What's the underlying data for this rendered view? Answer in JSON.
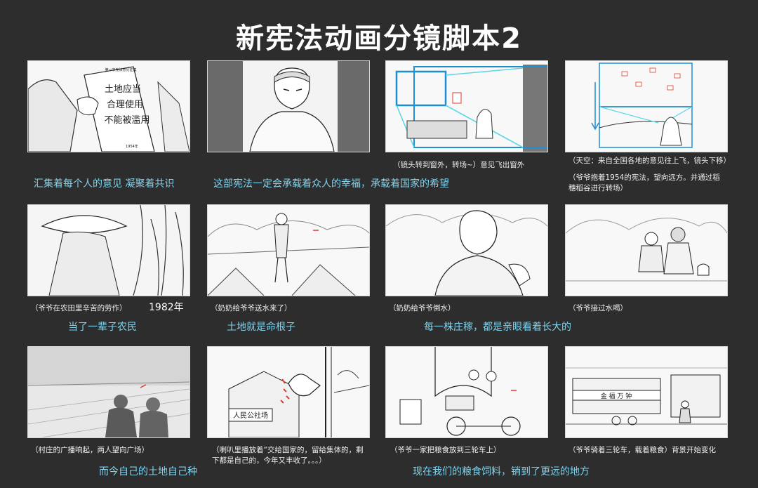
{
  "title": "新宪法动画分镜脚本2",
  "panels": [
    {
      "id": 1,
      "doc_header": "第一次宪法意见征集",
      "doc_lines": [
        "土地应当",
        "合理使用",
        "不能被滥用"
      ],
      "doc_footer": "1954年"
    },
    {
      "id": 2
    },
    {
      "id": 3,
      "note": "（镜头转到窗外，转场~）意见飞出窗外"
    },
    {
      "id": 4,
      "note": "（天空：来自全国各地的意见往上飞，镜头下移）",
      "note2": "（爷爷抱着1954的宪法，望向远方。并通过稻穗稻谷进行转场）"
    },
    {
      "id": 5,
      "note": "（爷爷在农田里辛苦的劳作）",
      "year": "1982年"
    },
    {
      "id": 6,
      "note": "（奶奶给爷爷送水来了）"
    },
    {
      "id": 7,
      "note": "（奶奶给爷爷倒水）"
    },
    {
      "id": 8,
      "note": "（爷爷接过水喝）"
    },
    {
      "id": 9,
      "note": "（村庄的广播响起，两人望向广场）"
    },
    {
      "id": 10,
      "note": "（喇叭里播放着“交给国家的，留给集体的，剩下都是自己的，今年又丰收了。。。）",
      "sign": "人民公社场"
    },
    {
      "id": 11,
      "note": "（爷爷一家把粮食放到三轮车上）"
    },
    {
      "id": 12,
      "note": "（爷爷骑着三轮车，载着粮食）背景开始变化",
      "sign": "金 福 万 钟"
    }
  ],
  "captions": [
    "汇集着每个人的意见  凝聚着共识",
    "这部宪法一定会承载着众人的幸福，承载着国家的希望",
    "当了一辈子农民",
    "土地就是命根子",
    "每一株庄稼，都是亲眼看着长大的",
    "而今自己的土地自己种",
    "现在我们的粮食饲料，销到了更远的地方"
  ],
  "colors": {
    "background": "#2d2d2d",
    "caption": "#7fd3ee",
    "frame_blue": "#1e8fd0",
    "accent_red": "#e03a2a"
  }
}
